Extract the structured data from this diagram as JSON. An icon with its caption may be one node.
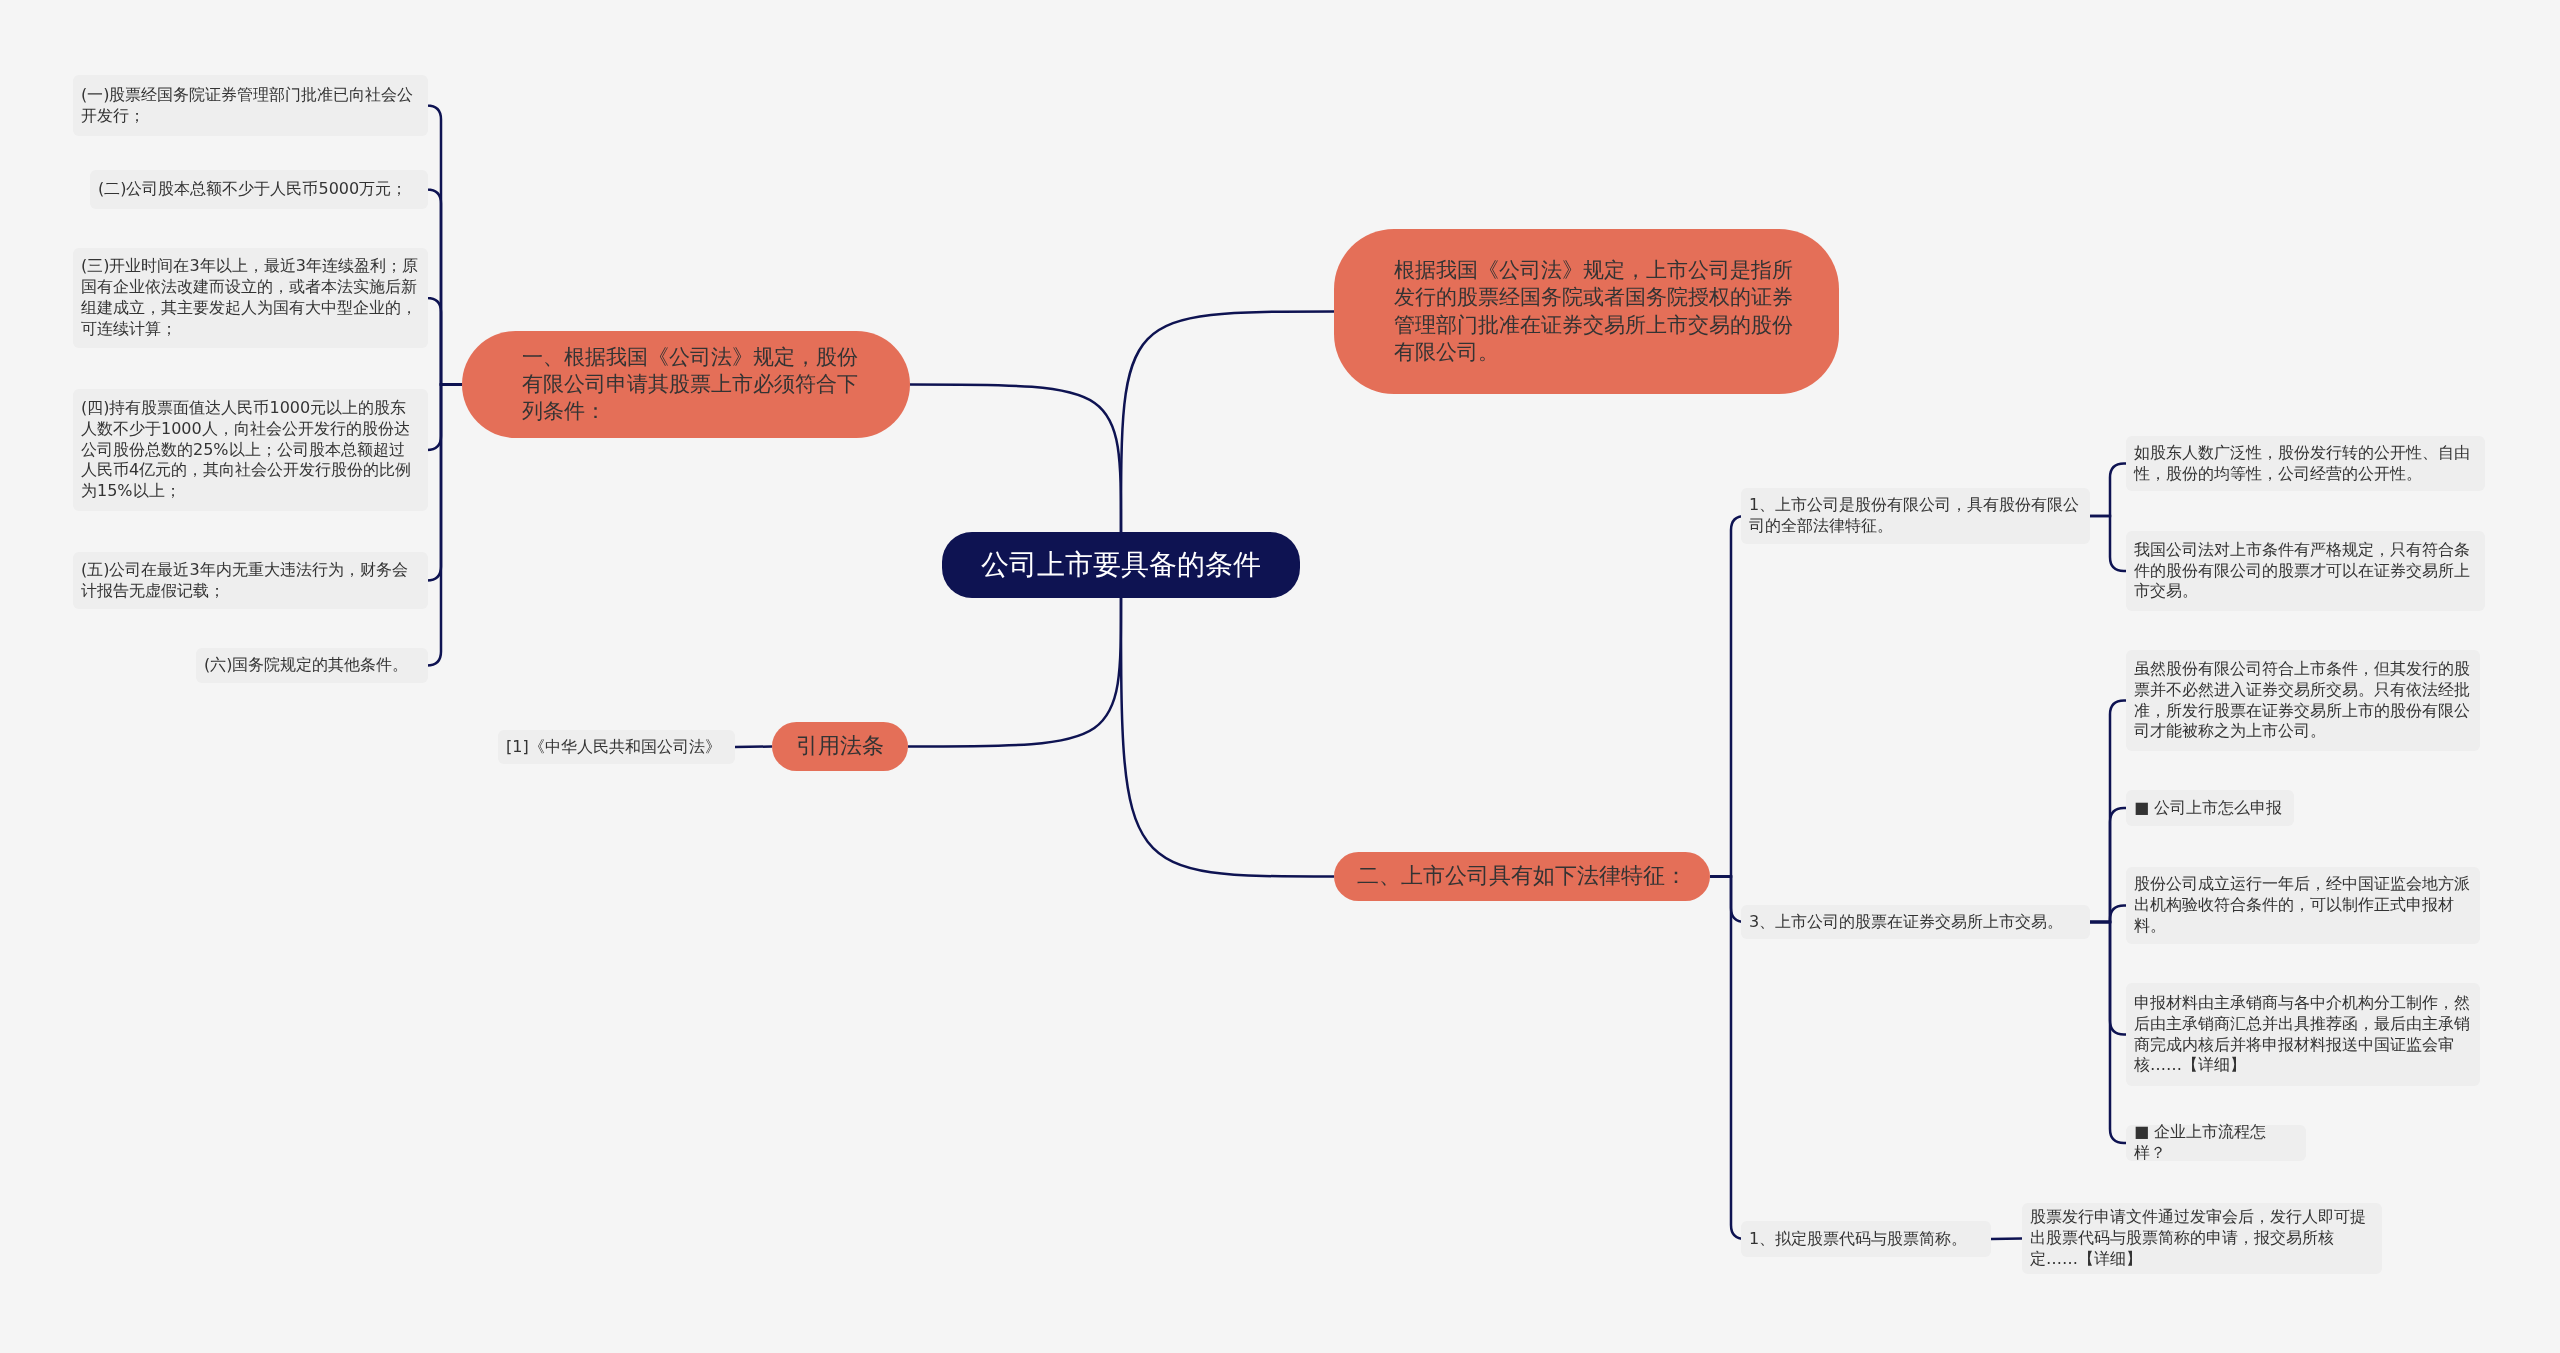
{
  "diagram": {
    "nodes": [
      {
        "text": [
          "公司上市要具备的条件"
        ]
      },
      {
        "text": [
          "根据我国《公司法》规定，上市公司是指所发行的股票经国务院或者国务院授权的证券管理部门批准在证券交易所上市交易的股份有限公司。"
        ]
      },
      {
        "text": [
          "一、根据我国《公司法》规定，股份有限公司申请其股票上市必须符合下列条件："
        ]
      },
      {
        "text": [
          "(一)股票经国务院证券管理部门批准已向社会公开发行；"
        ]
      },
      {
        "text": [
          "(二)公司股本总额不少于人民币5000万元；"
        ]
      },
      {
        "text": [
          "(三)开业时间在3年以上，最近3年连续盈利；原国有企业依法改建而设立的，或者本法实施后新组建成立，其主要发起人为国有大中型企业的，可连续计算；"
        ]
      },
      {
        "text": [
          "(四)持有股票面值达人民币1000元以上的股东人数不少于1000人，向社会公开发行的股份达公司股份总数的25%以上；公司股本总额超过人民币4亿元的，其向社会公开发行股份的比例为15%以上；"
        ]
      },
      {
        "text": [
          "(五)公司在最近3年内无重大违法行为，财务会计报告无虚假记载；"
        ]
      },
      {
        "text": [
          "(六)国务院规定的其他条件。"
        ]
      },
      {
        "text": [
          "引用法条"
        ]
      },
      {
        "text": [
          "[1]《中华人民共和国公司法》"
        ]
      },
      {
        "text": [
          "二、上市公司具有如下法律特征："
        ]
      },
      {
        "text": [
          "1、上市公司是股份有限公司，具有股份有限公司的全部法律特征。"
        ]
      },
      {
        "text": [
          "如股东人数广泛性，股份发行转的公开性、自由性，股份的均等性，公司经营的公开性。"
        ]
      },
      {
        "text": [
          "我国公司法对上市条件有严格规定，只有符合条件的股份有限公司的股票才可以在证券交易所上市交易。"
        ]
      },
      {
        "text": [
          "3、上市公司的股票在证券交易所上市交易。"
        ]
      },
      {
        "text": [
          "虽然股份有限公司符合上市条件，但其发行的股票并不必然进入证券交易所交易。只有依法经批准，所发行股票在证券交易所上市的股份有限公司才能被称之为上市公司。"
        ]
      },
      {
        "text": [
          "■ 公司上市怎么申报"
        ]
      },
      {
        "text": [
          "股份公司成立运行一年后，经中国证监会地方派出机构验收符合条件的，可以制作正式申报材料。"
        ]
      },
      {
        "text": [
          "申报材料由主承销商与各中介机构分工制作，然后由主承销商汇总并出具推荐函，最后由主承销商完成内核后并将申报材料报送中国证监会审核……【详细】"
        ]
      },
      {
        "text": [
          "■ 企业上市流程怎样？"
        ]
      },
      {
        "text": [
          "1、拟定股票代码与股票简称。"
        ]
      },
      {
        "text": [
          "股票发行申请文件通过发审会后，发行人即可提出股票代码与股票简称的申请，报交易所核定……【详细】"
        ]
      }
    ],
    "edges": [
      {
        "from": 0,
        "to": 1,
        "arrow": "none"
      },
      {
        "from": 0,
        "to": 2,
        "arrow": "none"
      },
      {
        "from": 0,
        "to": 9,
        "arrow": "none"
      },
      {
        "from": 0,
        "to": 11,
        "arrow": "none"
      },
      {
        "from": 2,
        "to": 3,
        "arrow": "none"
      },
      {
        "from": 2,
        "to": 4,
        "arrow": "none"
      },
      {
        "from": 2,
        "to": 5,
        "arrow": "none"
      },
      {
        "from": 2,
        "to": 6,
        "arrow": "none"
      },
      {
        "from": 2,
        "to": 7,
        "arrow": "none"
      },
      {
        "from": 2,
        "to": 8,
        "arrow": "none"
      },
      {
        "from": 9,
        "to": 10,
        "arrow": "none"
      },
      {
        "from": 11,
        "to": 12,
        "arrow": "none"
      },
      {
        "from": 11,
        "to": 15,
        "arrow": "none"
      },
      {
        "from": 11,
        "to": 21,
        "arrow": "none"
      },
      {
        "from": 12,
        "to": 13,
        "arrow": "none"
      },
      {
        "from": 12,
        "to": 14,
        "arrow": "none"
      },
      {
        "from": 15,
        "to": 16,
        "arrow": "none"
      },
      {
        "from": 15,
        "to": 17,
        "arrow": "none"
      },
      {
        "from": 15,
        "to": 18,
        "arrow": "none"
      },
      {
        "from": 15,
        "to": 19,
        "arrow": "none"
      },
      {
        "from": 15,
        "to": 20,
        "arrow": "none"
      },
      {
        "from": 21,
        "to": 22,
        "arrow": "none"
      }
    ]
  }
}
